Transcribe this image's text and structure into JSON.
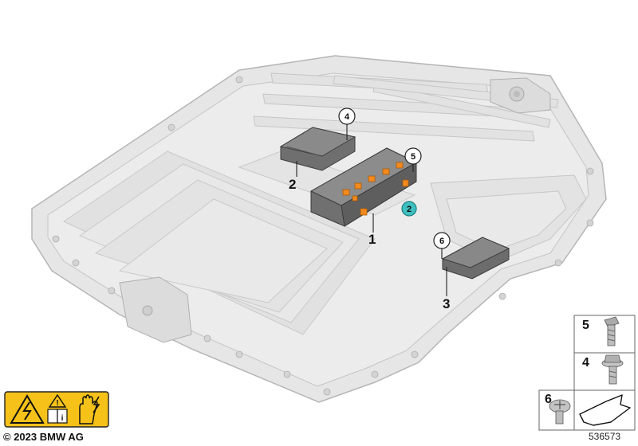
{
  "callouts": [
    {
      "id": "c1",
      "label": "1"
    },
    {
      "id": "c2",
      "label": "2"
    },
    {
      "id": "c3",
      "label": "3"
    }
  ],
  "circle_callouts": [
    {
      "id": "k4",
      "label": "4"
    },
    {
      "id": "k5",
      "label": "5"
    },
    {
      "id": "k6",
      "label": "6"
    },
    {
      "id": "k2",
      "label": "2"
    }
  ],
  "legend": {
    "items": [
      {
        "label": "5",
        "icon": "bolt-screw-icon"
      },
      {
        "label": "4",
        "icon": "flange-bolt-icon"
      },
      {
        "label": "6",
        "icon": "pan-head-screw-icon"
      }
    ],
    "arrow_icon": "direction-arrow-icon"
  },
  "warning_icons": [
    "high-voltage-warning-icon",
    "read-manual-icon",
    "electrical-glove-icon"
  ],
  "colors": {
    "housing": "#e6e6e6",
    "housing_stroke": "#b9b9b9",
    "module": "#7a7a7a",
    "connector": "#f28a1d",
    "highlight_circle": "#3fbfbf",
    "warning_yellow": "#f6c21a"
  },
  "footer": {
    "copyright": "© 2023 BMW AG",
    "image_number": "536573"
  }
}
